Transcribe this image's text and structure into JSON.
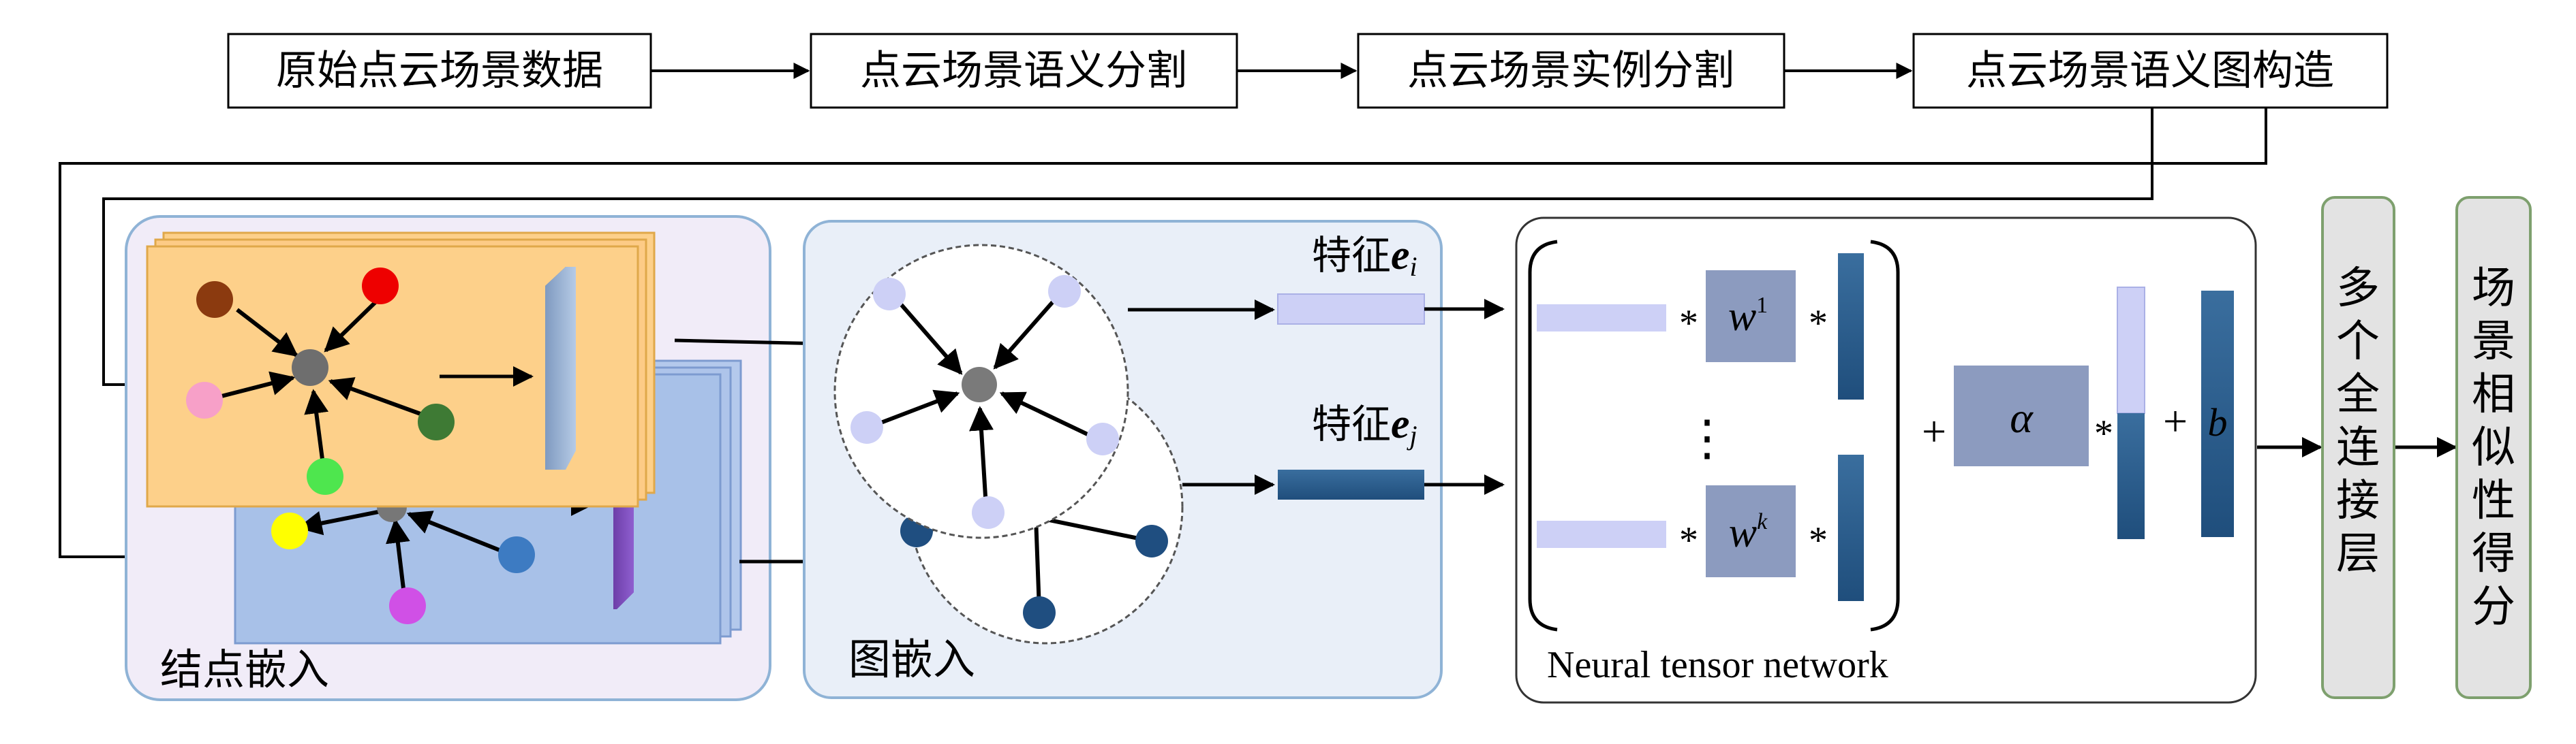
{
  "pipeline": {
    "step1": "原始点云场景数据",
    "step2": "点云场景语义分割",
    "step3": "点云场景实例分割",
    "step4": "点云场景语义图构造"
  },
  "panels": {
    "node_embedding": "结点嵌入",
    "graph_embedding": "图嵌入",
    "ntn": "Neural tensor network"
  },
  "features": {
    "prefix": "特征",
    "ei_base": "e",
    "ei_sub": "i",
    "ej_base": "e",
    "ej_sub": "j"
  },
  "ntn": {
    "w_base": "w",
    "w1_sup": "1",
    "wk_sup": "k",
    "star": "*",
    "dots": "⋮",
    "plus": "+",
    "alpha": "α",
    "b": "b"
  },
  "outputs": {
    "fc": "多个全连接层",
    "score": "场景相似性得分"
  },
  "colors": {
    "panel_purple": "#f1ecf8",
    "panel_blue": "#e9eff8",
    "card_orange": "#fdd08a",
    "card_blue": "#a8c1e8",
    "light_vec": "#cdd0f6",
    "dark_vec": "#2a5a8c",
    "gray_node": "#777777",
    "w_box": "#8c9bbf",
    "output_box": "#e3e3e3",
    "output_border": "#7ea06e"
  }
}
